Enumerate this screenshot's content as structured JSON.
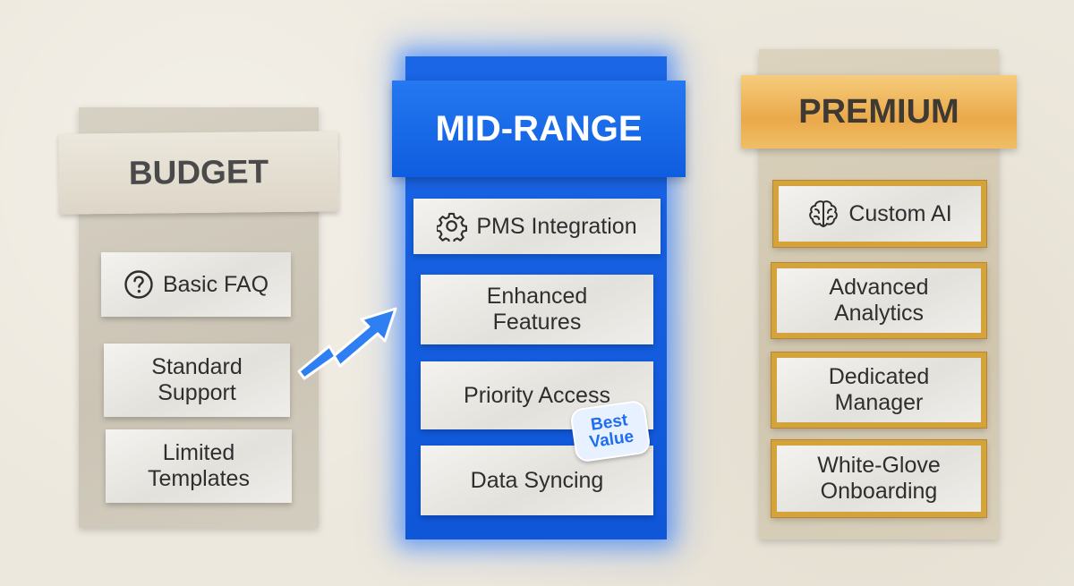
{
  "tiers": {
    "budget": {
      "title": "BUDGET",
      "features": [
        "Basic FAQ",
        "Standard\nSupport",
        "Limited\nTemplates"
      ]
    },
    "mid": {
      "title": "MID-RANGE",
      "features": [
        "PMS Integration",
        "Enhanced\nFeatures",
        "Priority Access",
        "Data Syncing"
      ],
      "badge": [
        "Best",
        "Value"
      ]
    },
    "premium": {
      "title": "PREMIUM",
      "features": [
        "Custom AI",
        "Advanced\nAnalytics",
        "Dedicated\nManager",
        "White-Glove\nOnboarding"
      ]
    }
  },
  "icons": {
    "basic_faq": "question-circle-icon",
    "pms_integration": "gear-icon",
    "custom_ai": "brain-icon",
    "upgrade_arrow": "zigzag-arrow-icon"
  },
  "colors": {
    "background": "#ede8dd",
    "mid_blue": "#1a66e6",
    "premium_gold": "#eaa94a",
    "budget_gray": "#d7d1c4"
  }
}
